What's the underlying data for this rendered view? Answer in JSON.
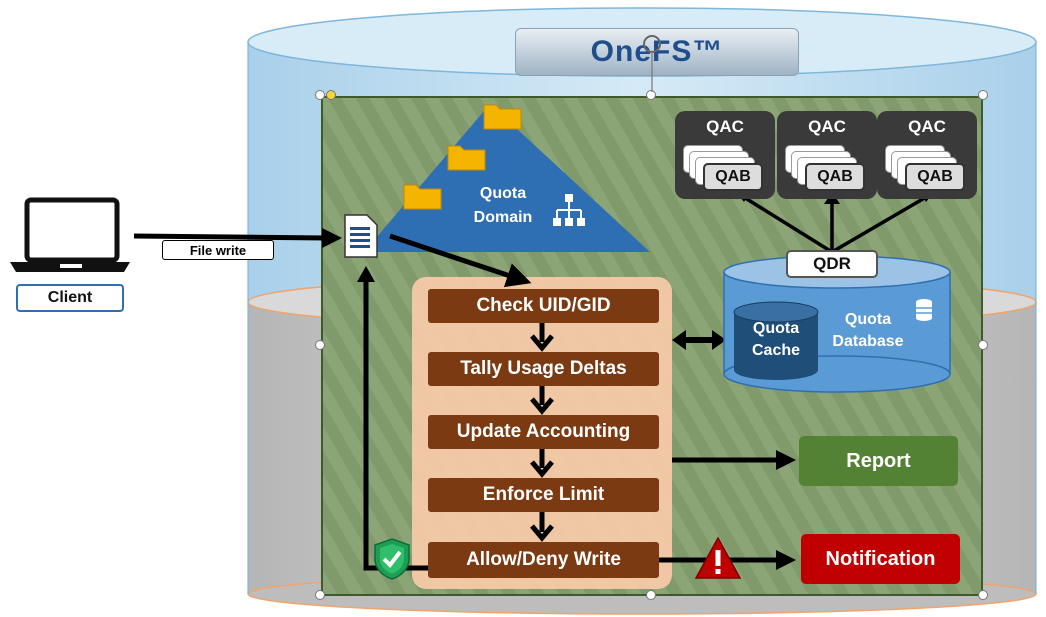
{
  "logo": {
    "text": "OneFS™"
  },
  "client": {
    "label": "Client"
  },
  "file_write": {
    "label": "File write"
  },
  "quota_domain": {
    "line1": "Quota",
    "line2": "Domain"
  },
  "steps": [
    "Check UID/GID",
    "Tally Usage Deltas",
    "Update Accounting",
    "Enforce Limit",
    "Allow/Deny Write"
  ],
  "qac": {
    "label": "QAC",
    "qab_label": "QAB",
    "count": 3
  },
  "qdr": {
    "label": "QDR"
  },
  "quota_database": {
    "cache_line1": "Quota",
    "cache_line2": "Cache",
    "db_line1": "Quota",
    "db_line2": "Database"
  },
  "report": {
    "label": "Report"
  },
  "notification": {
    "label": "Notification"
  },
  "colors": {
    "step_brown": "#7b3a12",
    "process_bg": "#f5c9a8",
    "panel_green": "#7f9a6a",
    "domain_blue": "#2e6fb3",
    "database_blue": "#5b9bd5",
    "report_green": "#548235",
    "notification_red": "#c00000",
    "cylinder_top": "#bfdcef",
    "cylinder_body": "#c8c8c8"
  }
}
